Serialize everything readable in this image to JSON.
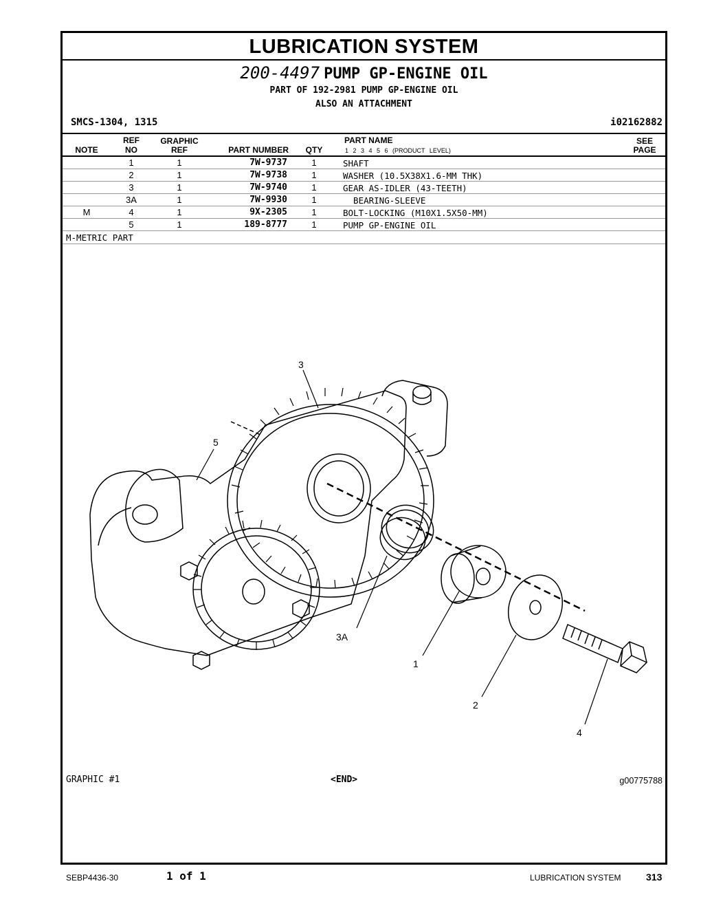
{
  "title": "LUBRICATION SYSTEM",
  "group": {
    "number": "200-4497",
    "name": "PUMP GP-ENGINE OIL"
  },
  "part_of": "PART OF 192-2981 PUMP GP-ENGINE OIL",
  "also": "ALSO AN ATTACHMENT",
  "smcs": "SMCS-1304, 1315",
  "ident": "i02162882",
  "headers": {
    "note": "NOTE",
    "ref": "REF",
    "no": "NO",
    "graphic": "GRAPHIC",
    "gref": "REF",
    "part_number": "PART NUMBER",
    "qty": "QTY",
    "part_name": "PART NAME",
    "product_level": "1  2  3  4  5  6  (PRODUCT LEVEL)",
    "see": "SEE",
    "page": "PAGE"
  },
  "rows": [
    {
      "note": "",
      "ref": "1",
      "gref": "1",
      "part": "7W-9737",
      "qty": "1",
      "name": "SHAFT"
    },
    {
      "note": "",
      "ref": "2",
      "gref": "1",
      "part": "7W-9738",
      "qty": "1",
      "name": "WASHER (10.5X38X1.6-MM THK)"
    },
    {
      "note": "",
      "ref": "3",
      "gref": "1",
      "part": "7W-9740",
      "qty": "1",
      "name": "GEAR AS-IDLER (43-TEETH)"
    },
    {
      "note": "",
      "ref": "3A",
      "gref": "1",
      "part": "7W-9930",
      "qty": "1",
      "name": "  BEARING-SLEEVE"
    },
    {
      "note": "M",
      "ref": "4",
      "gref": "1",
      "part": "9X-2305",
      "qty": "1",
      "name": "BOLT-LOCKING (M10X1.5X50-MM)"
    },
    {
      "note": "",
      "ref": "5",
      "gref": "1",
      "part": "189-8777",
      "qty": "1",
      "name": "PUMP GP-ENGINE OIL"
    }
  ],
  "metric_note": "M-METRIC PART",
  "callouts": {
    "c3": "3",
    "c5": "5",
    "c3a": "3A",
    "c1": "1",
    "c2": "2",
    "c4": "4"
  },
  "graphic_label": "GRAPHIC #1",
  "end_label": "<END>",
  "graphic_id": "g00775788",
  "footer": {
    "doc": "SEBP4436-30",
    "page_of": "1 of 1",
    "section": "LUBRICATION SYSTEM",
    "page": "313"
  }
}
